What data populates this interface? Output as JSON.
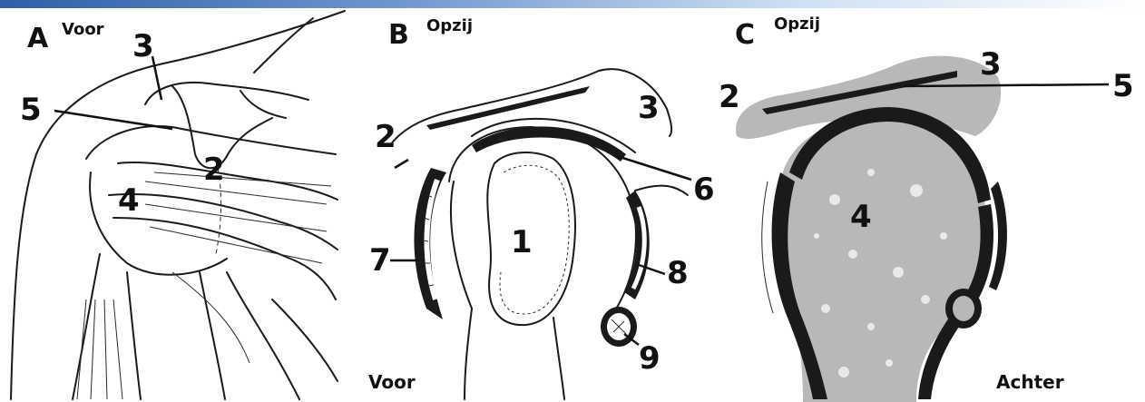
{
  "colors": {
    "banner_dark": "#2f5fa8",
    "banner_light": "#cfe0f4",
    "ink": "#1a1a1a",
    "bone_gray": "#b8b8b8",
    "cartilage_dark": "#222222"
  },
  "panels": {
    "A": {
      "letter": "A",
      "title": "Voor",
      "labels": [
        "3",
        "5",
        "2",
        "4"
      ]
    },
    "B": {
      "letter": "B",
      "title": "Opzij",
      "labels": [
        "3",
        "2",
        "6",
        "1",
        "7",
        "8",
        "9"
      ],
      "caption": "Voor"
    },
    "C": {
      "letter": "C",
      "title": "Opzij",
      "labels": [
        "3",
        "2",
        "5",
        "4"
      ],
      "caption": "Achter"
    }
  }
}
